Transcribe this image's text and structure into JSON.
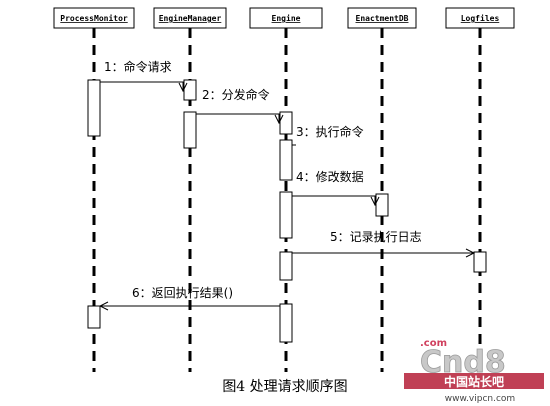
{
  "participants": [
    {
      "id": "process-monitor",
      "label": "ProcessMonitor"
    },
    {
      "id": "engine-manager",
      "label": "EngineManager"
    },
    {
      "id": "engine",
      "label": "Engine"
    },
    {
      "id": "enactment-db",
      "label": "EnactmentDB"
    },
    {
      "id": "logfiles",
      "label": "Logfiles"
    }
  ],
  "messages": [
    {
      "id": "msg-1",
      "label": "1：命令请求"
    },
    {
      "id": "msg-2",
      "label": "2：分发命令"
    },
    {
      "id": "msg-3",
      "label": "3：执行命令"
    },
    {
      "id": "msg-4",
      "label": "4：修改数据"
    },
    {
      "id": "msg-5",
      "label": "5：记录执行日志"
    },
    {
      "id": "msg-6",
      "label": "6：返回执行结果()"
    }
  ],
  "caption": "图4  处理请求顺序图",
  "watermark": {
    "brand": "Cnd8",
    "com": ".com",
    "cn_text": "中国站长吧",
    "url": "www.vipcn.com"
  }
}
